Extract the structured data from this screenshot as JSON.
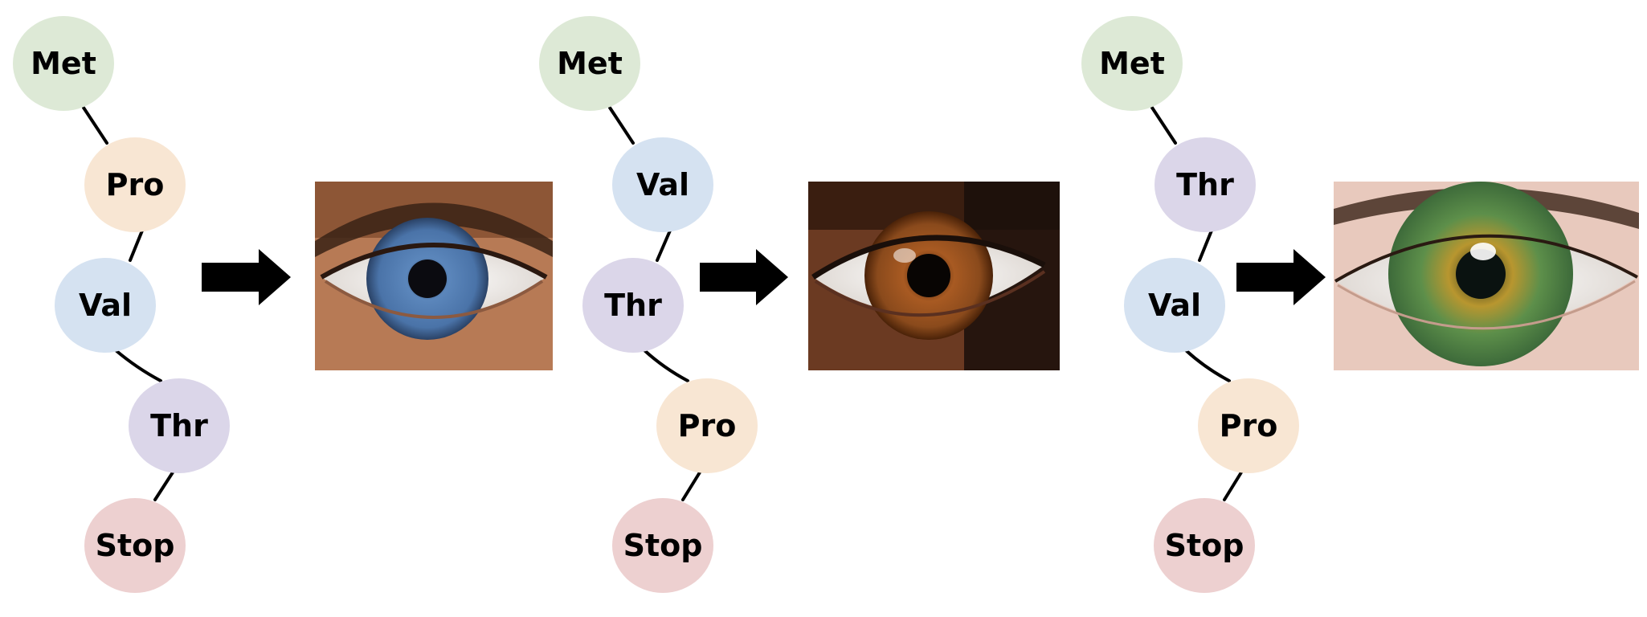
{
  "node_colors": {
    "Met": "#dde9d6",
    "Pro": "#f8e6d3",
    "Val": "#d5e2f1",
    "Thr": "#dbd6e9",
    "Stop": "#edd0d0"
  },
  "panels": [
    {
      "nodes": [
        {
          "label": "Met"
        },
        {
          "label": "Pro"
        },
        {
          "label": "Val"
        },
        {
          "label": "Thr"
        },
        {
          "label": "Stop"
        }
      ],
      "eye": {
        "iris": "blue",
        "iris_color": "#4a73a8",
        "skin": "#b77a55"
      }
    },
    {
      "nodes": [
        {
          "label": "Met"
        },
        {
          "label": "Val"
        },
        {
          "label": "Thr"
        },
        {
          "label": "Pro"
        },
        {
          "label": "Stop"
        }
      ],
      "eye": {
        "iris": "brown",
        "iris_color": "#8a4a1c",
        "skin": "#6b3a22"
      }
    },
    {
      "nodes": [
        {
          "label": "Met"
        },
        {
          "label": "Thr"
        },
        {
          "label": "Val"
        },
        {
          "label": "Pro"
        },
        {
          "label": "Stop"
        }
      ],
      "eye": {
        "iris": "green",
        "iris_color": "#5d8f4a",
        "skin": "#e8c9bd"
      }
    }
  ]
}
